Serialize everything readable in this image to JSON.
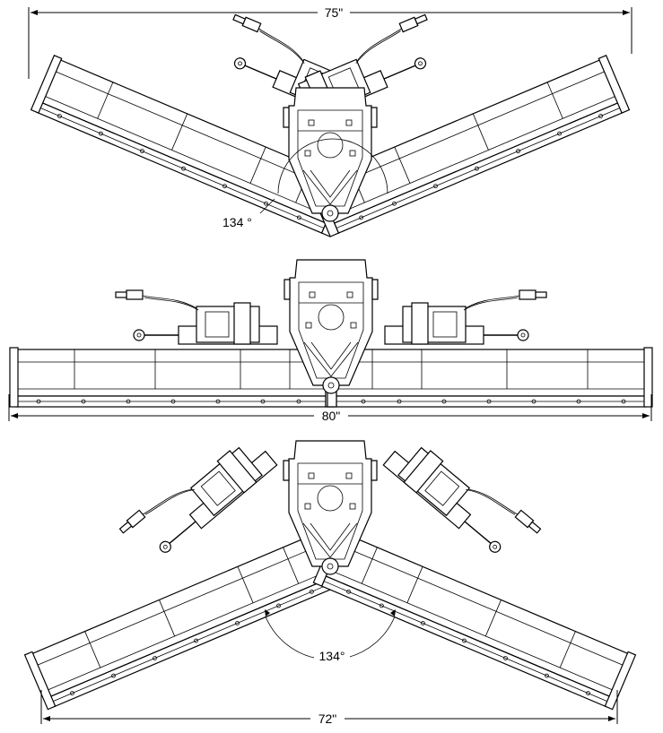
{
  "dimensions": {
    "top_width": "75\"",
    "middle_width": "80\"",
    "bottom_width": "72\""
  },
  "angles": {
    "top_angle": "134 °",
    "bottom_angle": "134°"
  }
}
